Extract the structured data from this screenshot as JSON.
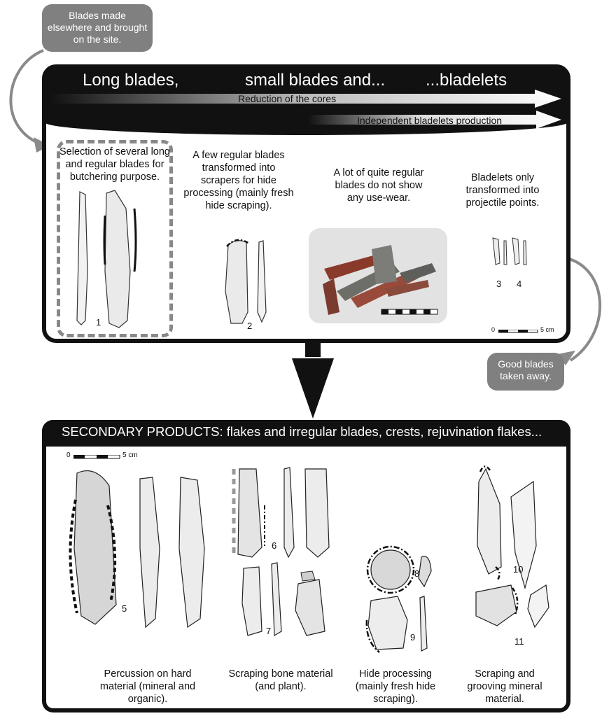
{
  "bubbles": {
    "top": "Blades made elsewhere and brought on the site.",
    "bottom": "Good blades taken away."
  },
  "top_panel": {
    "headings": [
      "Long blades,",
      "small blades and...",
      "...bladelets"
    ],
    "arrow1": "Reduction of the cores",
    "arrow2": "Independent bladelets production",
    "captions": [
      "Selection of several long and regular blades for butchering purpose.",
      "A few regular blades transformed into scrapers for hide processing (mainly fresh hide scraping).",
      "A lot of quite regular blades do not show any use-wear.",
      "Bladelets only transformed into projectile points."
    ],
    "figure_numbers": [
      "1",
      "2",
      "3",
      "4"
    ],
    "scale": {
      "start": "0",
      "end": "5 cm"
    }
  },
  "bottom_panel": {
    "title": "SECONDARY PRODUCTS: flakes and irregular blades, crests, rejuvination flakes...",
    "scale": {
      "start": "0",
      "end": "5 cm"
    },
    "figure_numbers": [
      "5",
      "6",
      "7",
      "8",
      "9",
      "10",
      "11"
    ],
    "captions": [
      "Percussion on hard material (mineral and organic).",
      "Scraping bone material (and plant).",
      "Hide processing (mainly fresh hide scraping).",
      "Scraping and grooving mineral material."
    ]
  }
}
